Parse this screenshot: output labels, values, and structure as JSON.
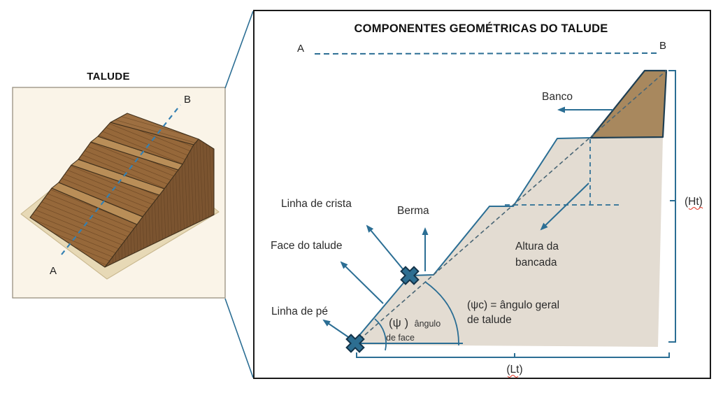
{
  "left_panel": {
    "title": "TALUDE",
    "label_a": "A",
    "label_b": "B"
  },
  "right_panel": {
    "title": "COMPONENTES GEOMÉTRICAS DO TALUDE",
    "label_a": "A",
    "label_b": "B",
    "labels": {
      "banco": "Banco",
      "linha_de_crista": "Linha de crista",
      "berma": "Berma",
      "face_do_talude": "Face do talude",
      "linha_de_pe": "Linha de pé",
      "altura_da_bancada_line1": "Altura da",
      "altura_da_bancada_line2": "bancada",
      "angulo_de_face_symbol": "(ψ )",
      "angulo_de_face_word": "ângulo",
      "angulo_de_face_line2": "de face",
      "angulo_geral_line1": "(ψc) = ângulo geral",
      "angulo_geral_line2": "de talude",
      "altura_total": "(Ht)",
      "largura_total": "(Lt)"
    }
  },
  "colors": {
    "accent_teal": "#2B6E94",
    "marker_x_fill": "#2D6E91",
    "outline_navy": "#1E3E52",
    "slope_body_fill": "#E3DCD2",
    "bench_highlight_fill": "#A8885E",
    "panel_cream": "#FAF4E8",
    "brown_face": "#96683A",
    "brown_tread": "#B98E58",
    "brown_side": "#7B5430",
    "brown_top": "#9D6F41",
    "base_tan": "#E7D9B6",
    "dashed_blue": "#3580B2",
    "spellcheck_red": "#E53E2E"
  }
}
